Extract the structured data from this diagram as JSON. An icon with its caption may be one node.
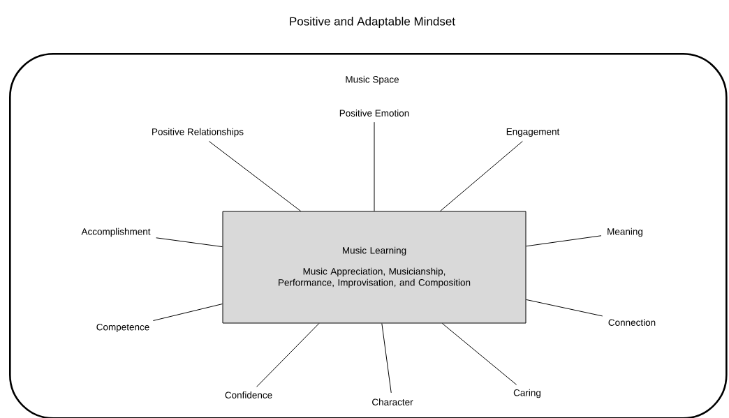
{
  "diagram": {
    "title": "Positive and Adaptable Mindset",
    "nodes": [
      {
        "text": [
          "Music Space"
        ]
      },
      {
        "text": [
          "Music Learning",
          "Music Appreciation, Musicianship, Performance, Improvisation, and Composition"
        ],
        "in": 0
      },
      {
        "text": [
          "Positive Relationships"
        ],
        "in": 0
      },
      {
        "text": [
          "Positive Emotion"
        ],
        "in": 0
      },
      {
        "text": [
          "Engagement"
        ],
        "in": 0
      },
      {
        "text": [
          "Accomplishment"
        ],
        "in": 0
      },
      {
        "text": [
          "Meaning"
        ],
        "in": 0
      },
      {
        "text": [
          "Competence"
        ],
        "in": 0
      },
      {
        "text": [
          "Connection"
        ],
        "in": 0
      },
      {
        "text": [
          "Confidence"
        ],
        "in": 0
      },
      {
        "text": [
          "Character"
        ],
        "in": 0
      },
      {
        "text": [
          "Caring"
        ],
        "in": 0
      }
    ],
    "edges": [
      {
        "from": 2,
        "to": 1,
        "arrow": "none"
      },
      {
        "from": 3,
        "to": 1,
        "arrow": "none"
      },
      {
        "from": 4,
        "to": 1,
        "arrow": "none"
      },
      {
        "from": 5,
        "to": 1,
        "arrow": "none"
      },
      {
        "from": 6,
        "to": 1,
        "arrow": "none"
      },
      {
        "from": 7,
        "to": 1,
        "arrow": "none"
      },
      {
        "from": 8,
        "to": 1,
        "arrow": "none"
      },
      {
        "from": 9,
        "to": 1,
        "arrow": "none"
      },
      {
        "from": 10,
        "to": 1,
        "arrow": "none"
      },
      {
        "from": 11,
        "to": 1,
        "arrow": "none"
      }
    ]
  }
}
